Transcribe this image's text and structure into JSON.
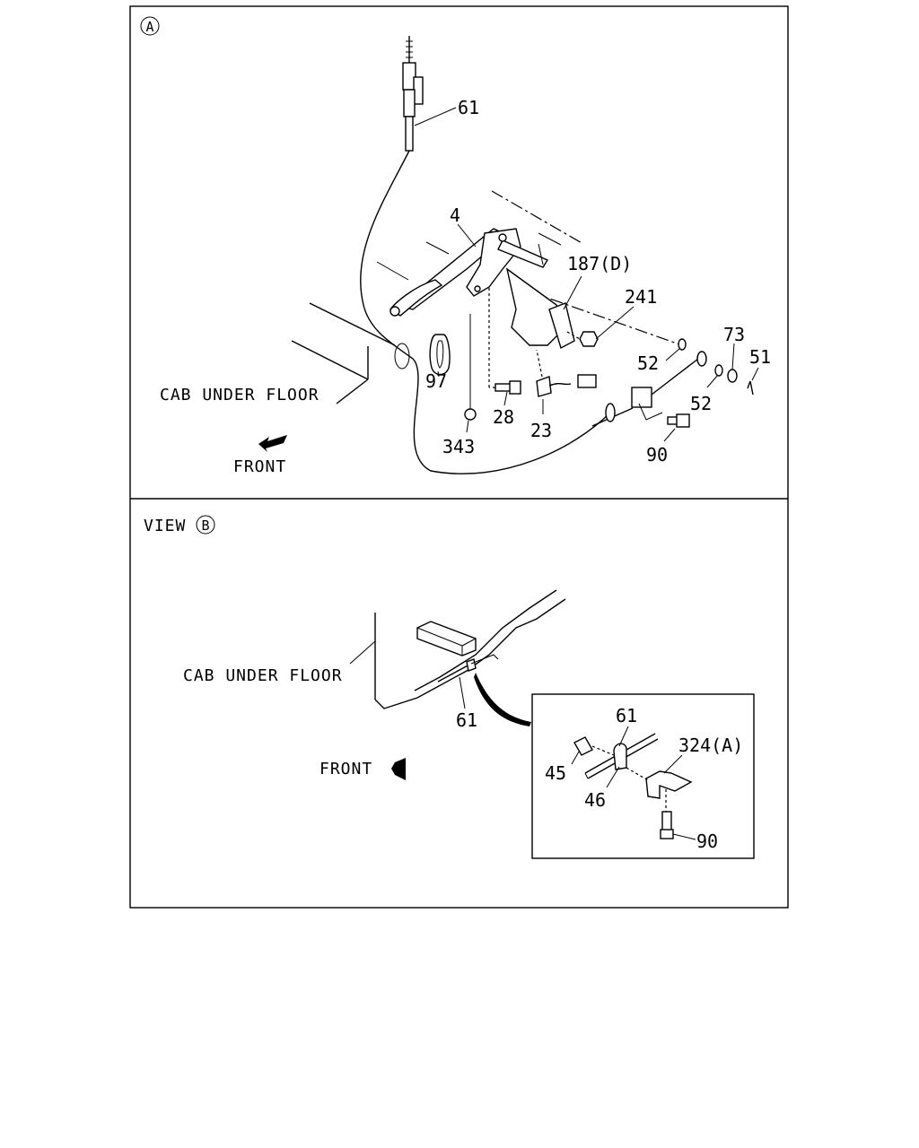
{
  "panel_a": {
    "marker": "A",
    "labels": {
      "cab_under_floor": "CAB UNDER FLOOR",
      "front": "FRONT"
    },
    "callouts": {
      "c61": "61",
      "c4": "4",
      "c187": "187(D)",
      "c241": "241",
      "c73": "73",
      "c51": "51",
      "c52a": "52",
      "c52b": "52",
      "c97": "97",
      "c28": "28",
      "c23": "23",
      "c343": "343",
      "c90": "90"
    }
  },
  "panel_b": {
    "view_text": "VIEW",
    "marker": "B",
    "labels": {
      "cab_under_floor": "CAB UNDER FLOOR",
      "front": "FRONT"
    },
    "callouts": {
      "c61": "61"
    },
    "detail": {
      "callouts": {
        "c61": "61",
        "c324": "324(A)",
        "c45": "45",
        "c46": "46",
        "c90": "90"
      }
    }
  }
}
